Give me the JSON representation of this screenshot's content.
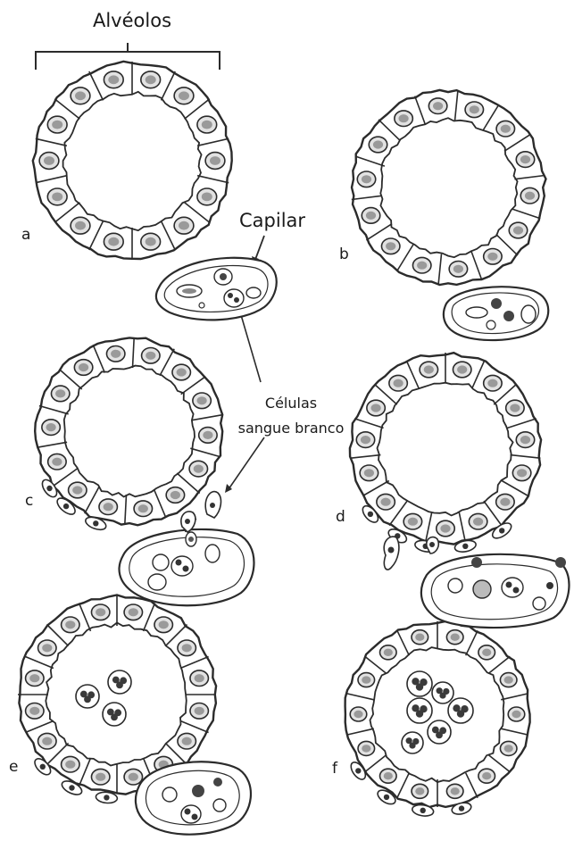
{
  "labels": {
    "alveolos": "Alvéolos",
    "capilar": "Capilar",
    "celulas_line1": "Células",
    "celulas_line2": "sangue branco"
  },
  "panels": [
    "a",
    "b",
    "c",
    "d",
    "e",
    "f"
  ],
  "colors": {
    "ink": "#3a3a3a",
    "line": "#2b2b2b",
    "background": "#ffffff"
  }
}
